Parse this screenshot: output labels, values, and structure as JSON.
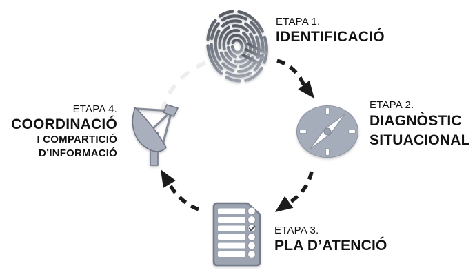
{
  "diagram": {
    "background_color": "#ffffff",
    "stages": [
      {
        "label": "ETAPA 1.",
        "title": "IDENTIFICACIÓ",
        "icon": "fingerprint"
      },
      {
        "label": "ETAPA 2.",
        "title_line1": "DIAGNÒSTIC",
        "title_line2": "SITUACIONAL",
        "icon": "compass"
      },
      {
        "label": "ETAPA 3.",
        "title": "PLA D’ATENCIÓ",
        "icon": "checklist-document"
      },
      {
        "label": "ETAPA 4.",
        "title": "COORDINACIÓ",
        "subtitle_line1": "I COMPARTICIÓ",
        "subtitle_line2": "D’INFORMACIÓ",
        "icon": "satellite-dish"
      }
    ],
    "checklist": {
      "rows": 6,
      "checked_row": 3
    },
    "flow": [
      {
        "from": "ETAPA 1",
        "to": "ETAPA 2",
        "style": "black-dashed-arrow"
      },
      {
        "from": "ETAPA 2",
        "to": "ETAPA 3",
        "style": "black-dashed-arrow"
      },
      {
        "from": "ETAPA 3",
        "to": "ETAPA 4",
        "style": "black-dashed-arrow"
      },
      {
        "from": "ETAPA 4",
        "to": "ETAPA 1",
        "style": "faint-dashed-arc"
      }
    ],
    "colors": {
      "text": "#121212",
      "icon_fill": "#a6adba",
      "icon_outline": "#717784",
      "fingerprint_dark": "#575c65",
      "fingerprint_light": "#9ba1aa",
      "arrow_black": "#1c1c1c",
      "faint_arc": "#efeeec"
    }
  }
}
